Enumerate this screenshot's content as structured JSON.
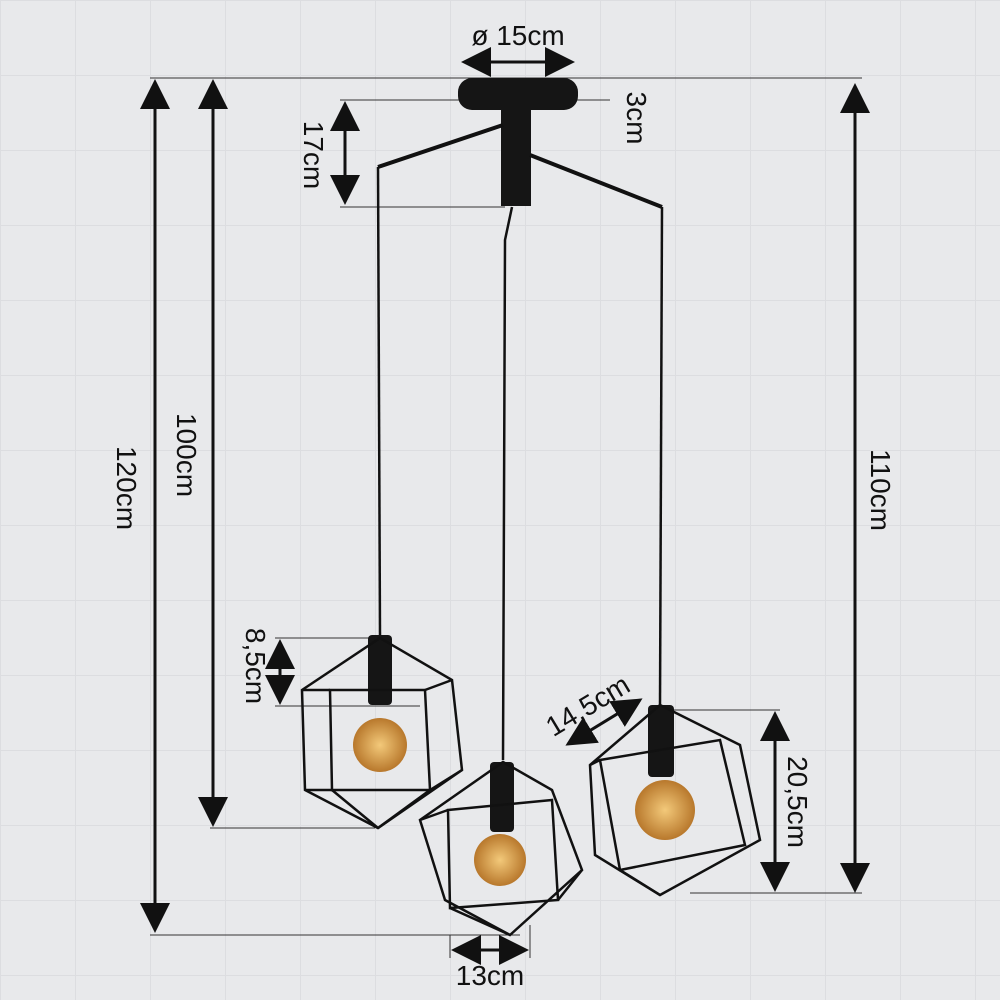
{
  "title": "Pendant lamp dimensions",
  "dimensions": {
    "canopy_diameter": "ø 15cm",
    "canopy_height": "3cm",
    "stem_height": "17cm",
    "total_height": "120cm",
    "left_drop": "100cm",
    "right_drop": "110cm",
    "socket_height": "8,5cm",
    "cage_edge": "14,5cm",
    "cage_height": "20,5cm",
    "cage_width": "13cm"
  },
  "colors": {
    "background": "#e8e9eb",
    "lamp": "#111111",
    "bulb": "#d99a3a"
  }
}
